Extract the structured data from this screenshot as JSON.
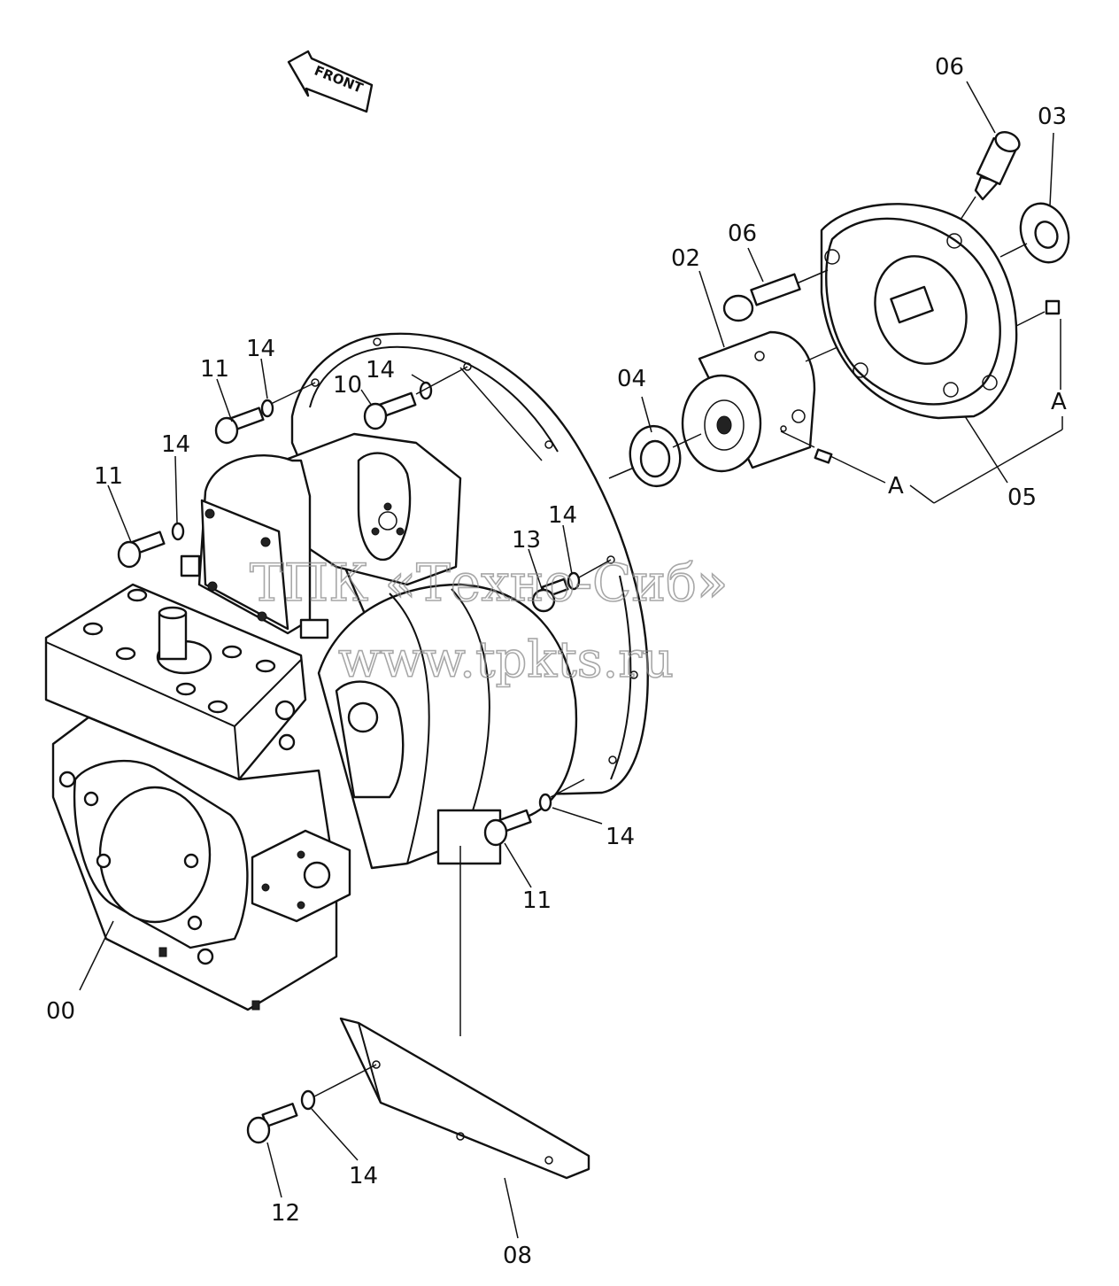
{
  "diagram": {
    "front_marker": "FRONT",
    "watermark_line1": "ТПК «Техно-Сиб»",
    "watermark_line2": "www.tpkts.ru",
    "callouts": {
      "c00": "00",
      "c02": "02",
      "c03": "03",
      "c04": "04",
      "c05": "05",
      "c06_top": "06",
      "c06_mid": "06",
      "c08": "08",
      "c10": "10",
      "c11_top": "11",
      "c11_left": "11",
      "c11_bottom": "11",
      "c12": "12",
      "c13": "13",
      "c14_top": "14",
      "c14_mid": "14",
      "c14_left": "14",
      "c14_right": "14",
      "c14_rightbottom": "14",
      "c14_bottom": "14",
      "a_right": "A",
      "a_bottom": "A"
    }
  }
}
